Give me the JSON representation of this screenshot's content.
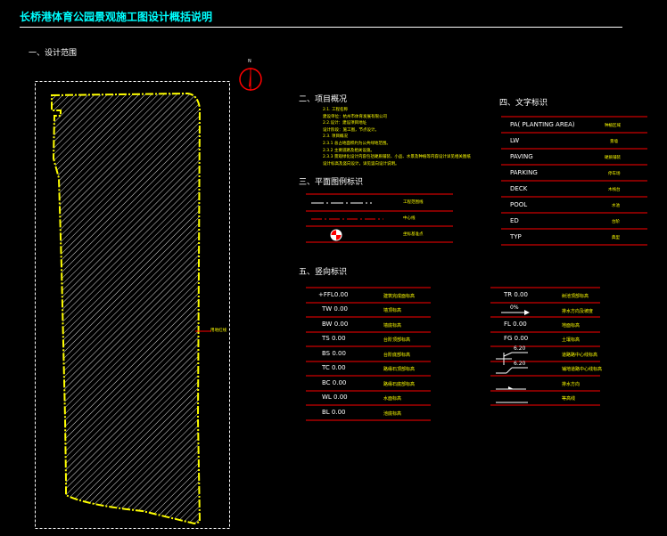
{
  "title": "长桥港体育公园景观施工图设计概括说明",
  "section1": {
    "heading": "一、设计范围"
  },
  "north_arrow": {
    "label": "N"
  },
  "site_plan": {
    "boundary_label": "用地红线"
  },
  "section2": {
    "heading": "二、项目概况",
    "lines": [
      "2.1. 工程名称",
      "建设单位：杭州市体育发展有限公司",
      "2.2.设计：建设项目地址",
      "设计阶段：施工图，节点设计。",
      "2.3. 项目概况",
      "2.3.1  总占地面积约为公共绿地范围。",
      "2.3.2  主要道路及相关设施。",
      "2.3.3 景观绿化设计内容包括硬质铺装、小品、水景及种植等内容设计详见相关图纸",
      "      设计标高及竖向设计，详见竖向设计说明。"
    ]
  },
  "section3": {
    "heading": "三、平面图例标识",
    "rows": [
      {
        "desc": "工程范围线"
      },
      {
        "desc": "中心线"
      },
      {
        "desc": "坐标基准点"
      }
    ]
  },
  "section4": {
    "heading": "四、文字标识",
    "rows": [
      {
        "code": "PA( PLANTING AREA)",
        "desc": "种植区域"
      },
      {
        "code": "LW",
        "desc": "景墙"
      },
      {
        "code": "PAVING",
        "desc": "硬质铺装"
      },
      {
        "code": "PARKING",
        "desc": "停车场"
      },
      {
        "code": "DECK",
        "desc": "木栈台"
      },
      {
        "code": "POOL",
        "desc": "水池"
      },
      {
        "code": "ED",
        "desc": "台阶"
      },
      {
        "code": "TYP",
        "desc": "典型"
      }
    ]
  },
  "section5": {
    "heading": "五、竖向标识",
    "left_rows": [
      {
        "code": "+FFL0.00",
        "desc": "建筑完成面标高"
      },
      {
        "code": "TW 0.00",
        "desc": "墙顶标高"
      },
      {
        "code": "BW 0.00",
        "desc": "墙底标高"
      },
      {
        "code": "TS 0.00",
        "desc": "台阶顶部标高"
      },
      {
        "code": "BS 0.00",
        "desc": "台阶底部标高"
      },
      {
        "code": "TC 0.00",
        "desc": "路缘石顶部标高"
      },
      {
        "code": "BC 0.00",
        "desc": "路缘石底部标高"
      },
      {
        "code": "WL 0.00",
        "desc": "水面标高"
      },
      {
        "code": "BL 0.00",
        "desc": "池底标高"
      }
    ],
    "right_rows": [
      {
        "code": "TR 0.00",
        "desc": "树池顶部标高"
      },
      {
        "code": "0%",
        "desc": "排水方向及坡度"
      },
      {
        "code": "FL 0.00",
        "desc": "地面标高"
      },
      {
        "code": "FG 0.00",
        "desc": "土壤标高"
      },
      {
        "code": "6.20",
        "desc": "道路路中心线标高"
      },
      {
        "code": "6.20",
        "desc": "铺地道路中心线标高"
      },
      {
        "code": "",
        "desc": "排水方向"
      },
      {
        "code": "",
        "desc": "等高线"
      }
    ]
  },
  "colors": {
    "background": "#000000",
    "title": "#00ffff",
    "text": "#ffffff",
    "accent": "#ffff00",
    "lines": "#ff0000"
  }
}
